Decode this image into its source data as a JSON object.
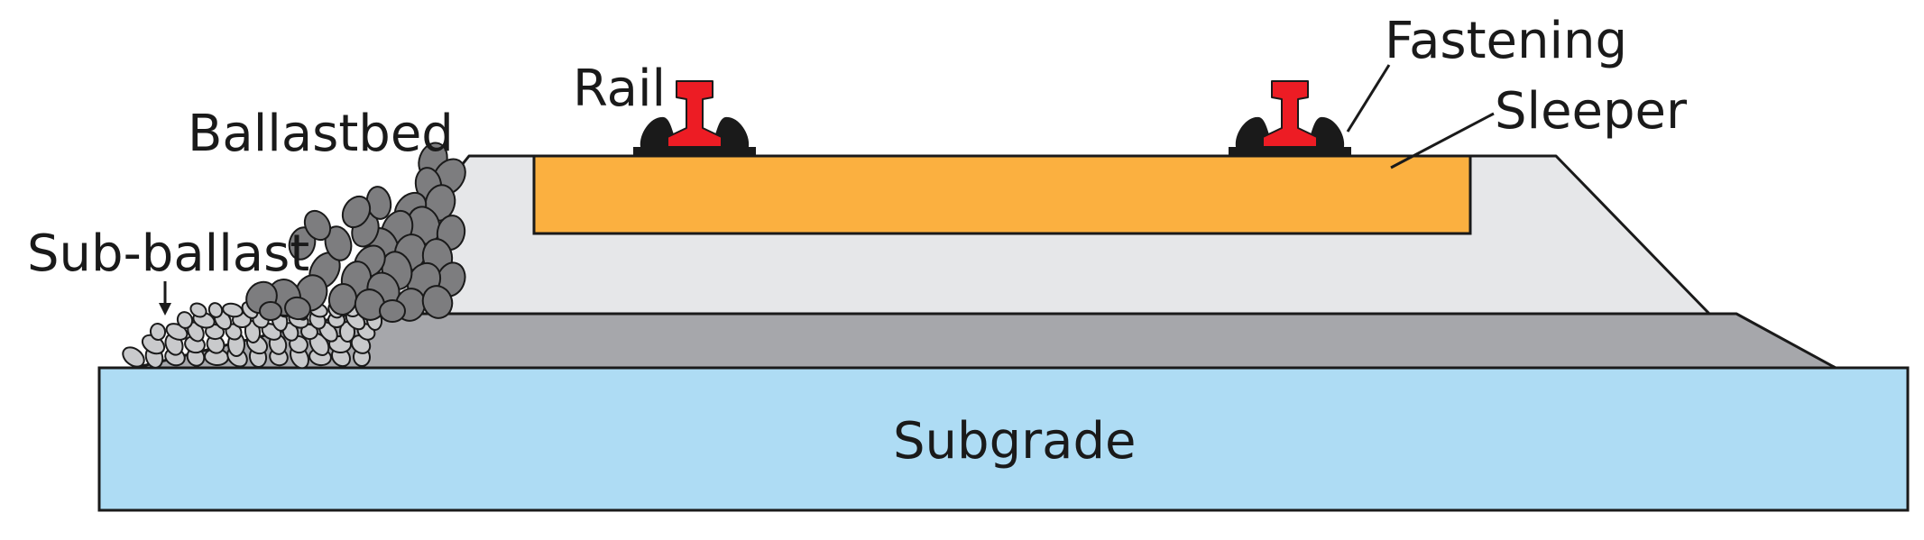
{
  "labels": {
    "rail": "Rail",
    "fastening": "Fastening",
    "ballastbed": "Ballastbed",
    "sleeper": "Sleeper",
    "sub_ballast": "Sub-ballast",
    "subgrade": "Subgrade"
  },
  "colors": {
    "subgrade": "#aedcf4",
    "sub_ballast_layer": "#a6a7ab",
    "ballast_layer": "#e6e7e9",
    "sleeper": "#fbb040",
    "rail": "#ed1c24",
    "fastening": "#1a1a1a",
    "stones_dark": "#7d7d7f",
    "stones_light": "#c9cacc",
    "outline": "#1a1a1a"
  }
}
